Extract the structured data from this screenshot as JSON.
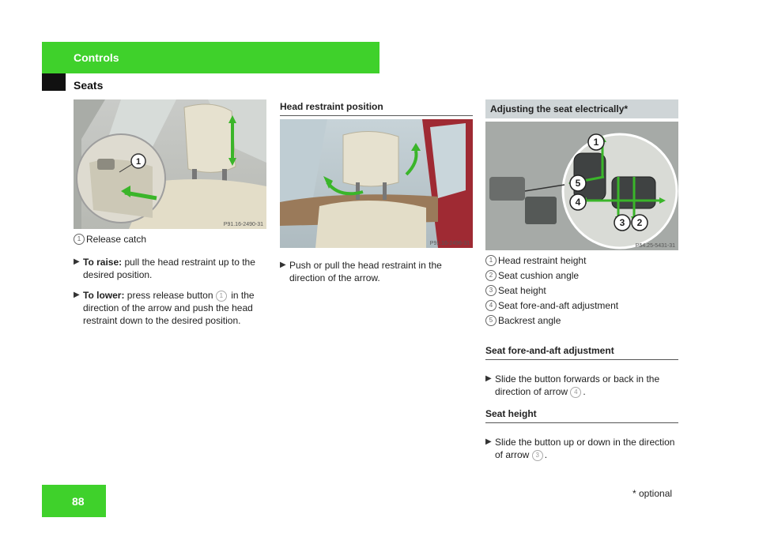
{
  "header": {
    "section": "Controls",
    "subsection": "Seats"
  },
  "col1": {
    "image_code": "P91.16-2490-31",
    "legend": [
      {
        "num": "1",
        "label": "Release catch"
      }
    ],
    "steps": [
      {
        "bold": "To raise:",
        "text": " pull the head restraint up to the desired position."
      },
      {
        "bold": "To lower:",
        "pre": " press release button ",
        "ref": "1",
        "post": " in the direction of the arrow and push the head restraint down to the desired position."
      }
    ]
  },
  "col2": {
    "heading": "Head restraint position",
    "image_code": "P91.16-2496-31",
    "steps": [
      {
        "text": "Push or pull the head restraint in the direction of the arrow."
      }
    ]
  },
  "col3": {
    "heading": "Adjusting the seat electrically*",
    "image_code": "P54.25-5431-31",
    "legend": [
      {
        "num": "1",
        "label": "Head restraint height"
      },
      {
        "num": "2",
        "label": "Seat cushion angle"
      },
      {
        "num": "3",
        "label": "Seat height"
      },
      {
        "num": "4",
        "label": "Seat fore-and-aft adjustment"
      },
      {
        "num": "5",
        "label": "Backrest angle"
      }
    ],
    "sub1": {
      "heading": "Seat fore-and-aft adjustment",
      "pre": "Slide the button forwards or back in the direction of arrow ",
      "ref": "4",
      "post": "."
    },
    "sub2": {
      "heading": "Seat height",
      "pre": "Slide the button up or down in the direction of arrow ",
      "ref": "3",
      "post": "."
    }
  },
  "footer": {
    "page_number": "88",
    "footnote": "* optional"
  },
  "colors": {
    "accent_green": "#3fd12b",
    "black": "#111111",
    "heading_grey": "#cfd5d7"
  }
}
